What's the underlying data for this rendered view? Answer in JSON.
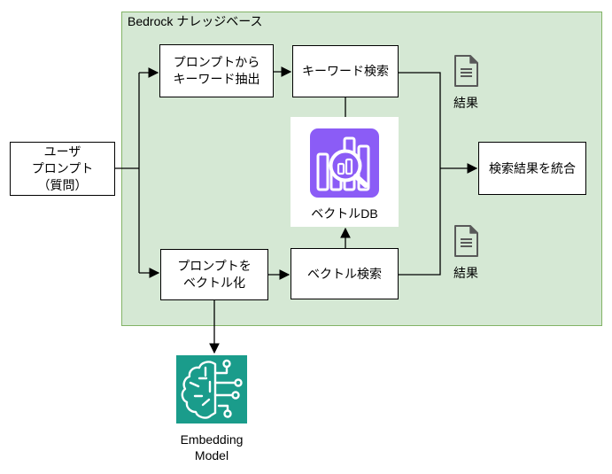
{
  "container": {
    "title": "Bedrock ナレッジベース",
    "fill_color": "#D5E8D4",
    "border_color": "#82B366"
  },
  "nodes": {
    "user_prompt": {
      "label": "ユーザ\nプロンプト\n（質問）"
    },
    "extract_keywords": {
      "label": "プロンプトから\nキーワード抽出"
    },
    "keyword_search": {
      "label": "キーワード検索"
    },
    "vectorize_prompt": {
      "label": "プロンプトを\nベクトル化"
    },
    "vector_search": {
      "label": "ベクトル検索"
    },
    "merge_results": {
      "label": "検索結果を統合"
    },
    "vector_db": {
      "label": "ベクトルDB",
      "icon": "vector-db-search-icon",
      "icon_color": "#8B5CF6"
    },
    "embedding_model": {
      "label": "Embedding\nModel",
      "icon": "brain-circuit-icon",
      "icon_color": "#1A9C8B"
    },
    "result_top": {
      "label": "結果",
      "icon": "document-icon",
      "icon_color": "#595959"
    },
    "result_bottom": {
      "label": "結果",
      "icon": "document-icon",
      "icon_color": "#595959"
    }
  },
  "connections": [
    "user_prompt -> extract_keywords",
    "user_prompt -> vectorize_prompt",
    "extract_keywords -> keyword_search",
    "keyword_search -> vector_db",
    "keyword_search -> merge_results",
    "vectorize_prompt -> vector_search",
    "vectorize_prompt -> embedding_model",
    "vector_search -> vector_db",
    "vector_search -> merge_results"
  ]
}
